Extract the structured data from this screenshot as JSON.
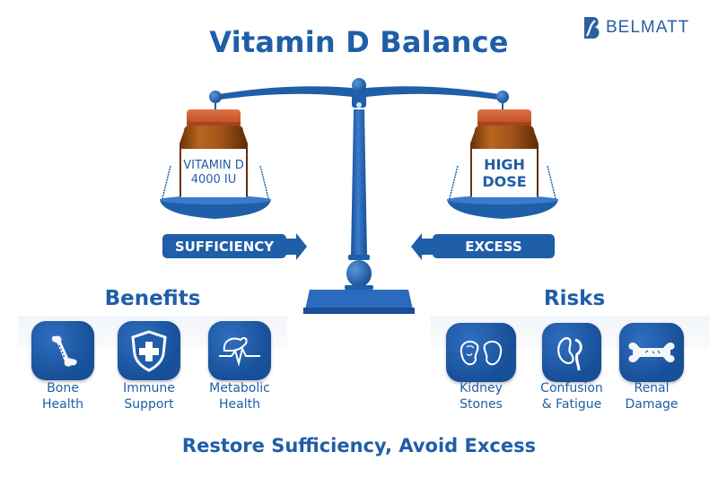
{
  "header": {
    "title": "Vitamin D Balance",
    "logo_text": "BELMATT"
  },
  "scale": {
    "left_bottle": {
      "line1": "VITAMIN D",
      "line2": "4000 IU"
    },
    "right_bottle": {
      "line1": "HIGH",
      "line2": "DOSE"
    },
    "left_arrow_label": "SUFFICIENCY",
    "right_arrow_label": "EXCESS"
  },
  "benefits": {
    "title": "Benefits",
    "items": [
      {
        "icon": "bone-icon",
        "line1": "Bone",
        "line2": "Health"
      },
      {
        "icon": "shield-cross-icon",
        "line1": "Immune",
        "line2": "Support"
      },
      {
        "icon": "heartbeat-organ-icon",
        "line1": "Metabolic",
        "line2": "Health"
      }
    ]
  },
  "risks": {
    "title": "Risks",
    "items": [
      {
        "icon": "kidneys-icon",
        "line1": "Kidney",
        "line2": "Stones"
      },
      {
        "icon": "kidney-brain-icon",
        "line1": "Confusion",
        "line2": "& Fatigue"
      },
      {
        "icon": "damaged-bone-icon",
        "line1": "Renal",
        "line2": "Damage"
      }
    ]
  },
  "footer": {
    "tagline": "Restore Sufficiency, Avoid Excess"
  },
  "colors": {
    "primary": "#1f5ea8",
    "cap": "#c9562a",
    "bottle": "#9a4d12"
  }
}
